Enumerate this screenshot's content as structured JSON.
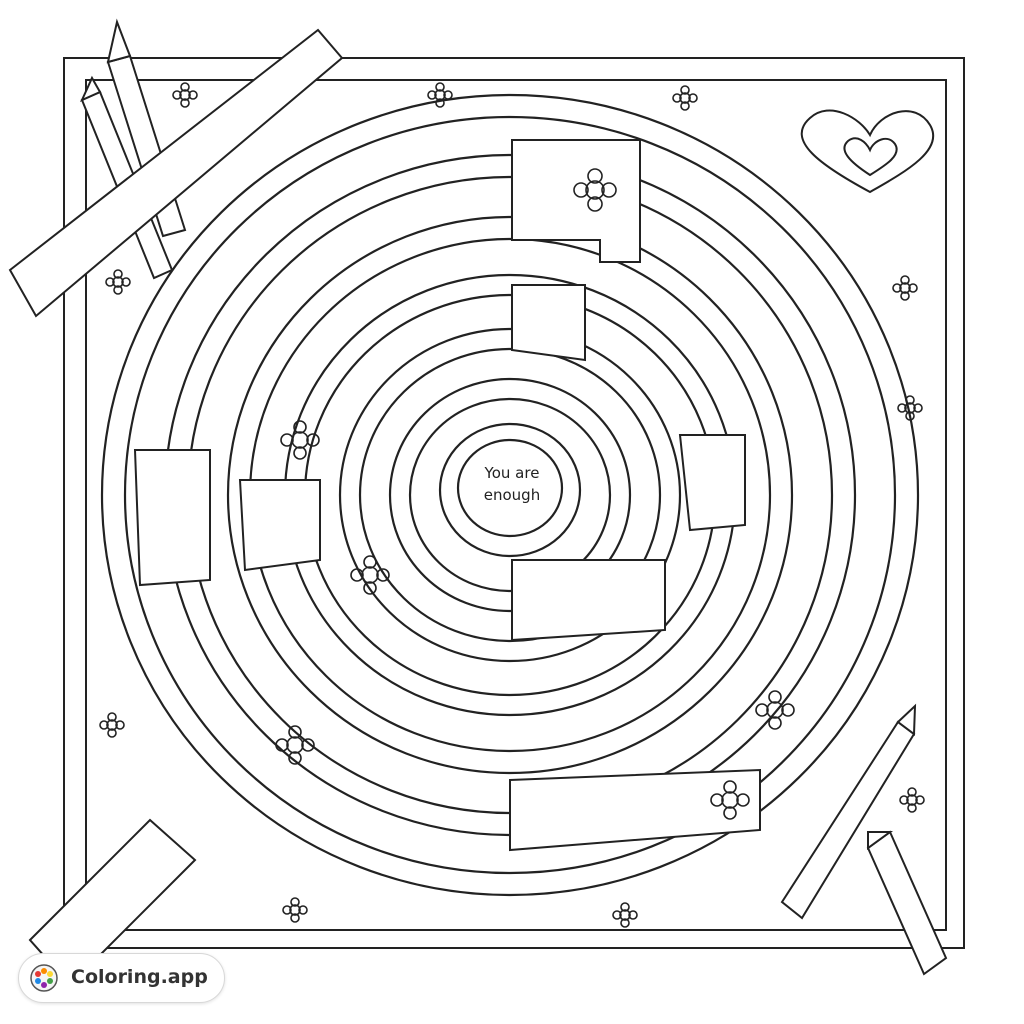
{
  "artwork": {
    "center_text_line1": "You are",
    "center_text_line2": "enough",
    "line_color": "#222222",
    "background": "#ffffff"
  },
  "badge": {
    "text": "Coloring.app",
    "icon": "palette-icon",
    "logo_colors": [
      "#e53935",
      "#fb8c00",
      "#fdd835",
      "#43a047",
      "#1e88e5",
      "#8e24aa"
    ]
  }
}
